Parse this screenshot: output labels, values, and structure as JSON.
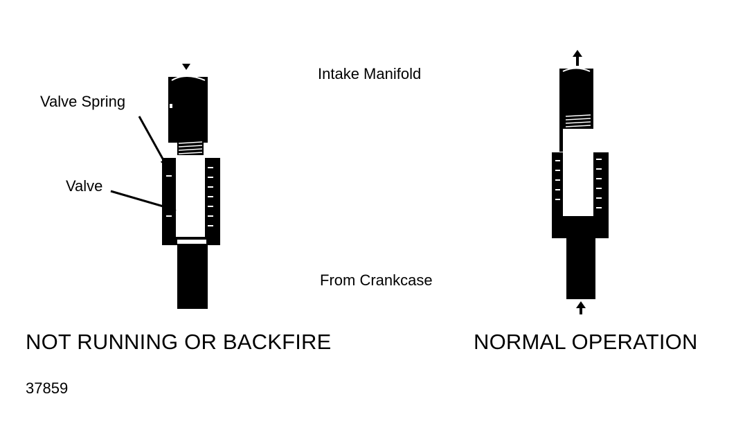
{
  "labels": {
    "intake_manifold": "Intake Manifold",
    "valve_spring": "Valve Spring",
    "valve": "Valve",
    "from_crankcase": "From Crankcase"
  },
  "states": {
    "left": "NOT RUNNING OR BACKFIRE",
    "right": "NORMAL OPERATION"
  },
  "figure_number": "37859",
  "colors": {
    "ink": "#000000",
    "paper": "#ffffff"
  }
}
